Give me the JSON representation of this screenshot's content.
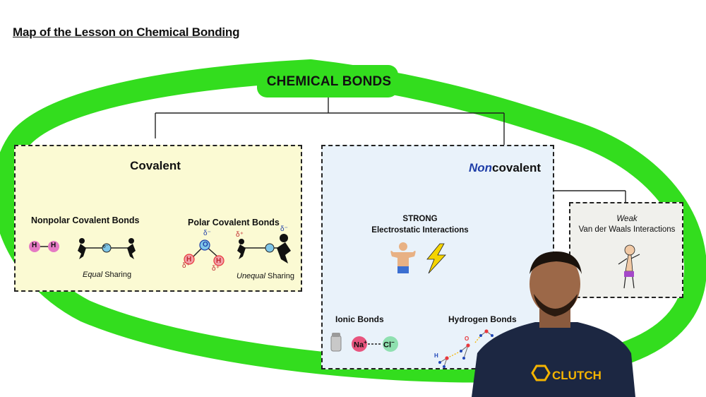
{
  "page_title": "Map of the Lesson on Chemical Bonding",
  "root": "CHEMICAL BONDS",
  "covalent": {
    "title": "Covalent",
    "nonpolar": {
      "title": "Nonpolar Covalent Bonds",
      "atom1": "H",
      "atom2": "H",
      "electron": "e⁻",
      "caption_em": "Equal",
      "caption_rest": " Sharing"
    },
    "polar": {
      "title": "Polar Covalent Bonds",
      "o_atom": "O",
      "h_atom": "H",
      "delta_minus": "δ⁻",
      "delta_plus": "δ⁺",
      "electron": "e⁻",
      "caption_em": "Unequal",
      "caption_rest": " Sharing"
    }
  },
  "noncovalent": {
    "title_em": "Non",
    "title_rest": "covalent",
    "strong": {
      "line1": "STRONG",
      "line2": "Electrostatic Interactions"
    },
    "ionic": {
      "title": "Ionic Bonds",
      "cation": "Na",
      "cation_charge": "+",
      "anion": "Cl",
      "anion_charge": "−"
    },
    "hydrogen": {
      "title": "Hydrogen Bonds",
      "o": "O",
      "h": "H"
    }
  },
  "weak": {
    "line1": "Weak",
    "line2": "Van der Waals Interactions"
  },
  "presenter": {
    "shirt_text": "CLUTCH"
  },
  "colors": {
    "green_highlight": "#33dd1e",
    "noncov_blue": "#1f3ea8",
    "covalent_bg": "#fbfad3",
    "noncov_bg": "#e9f2fa",
    "weak_bg": "#f0f0ec",
    "h_pink": "#e57ac4",
    "o_red": "#e8383d",
    "electron_blue": "#7fc6e8",
    "cl_green": "#8fe0b0",
    "h_blue": "#2047b8"
  }
}
